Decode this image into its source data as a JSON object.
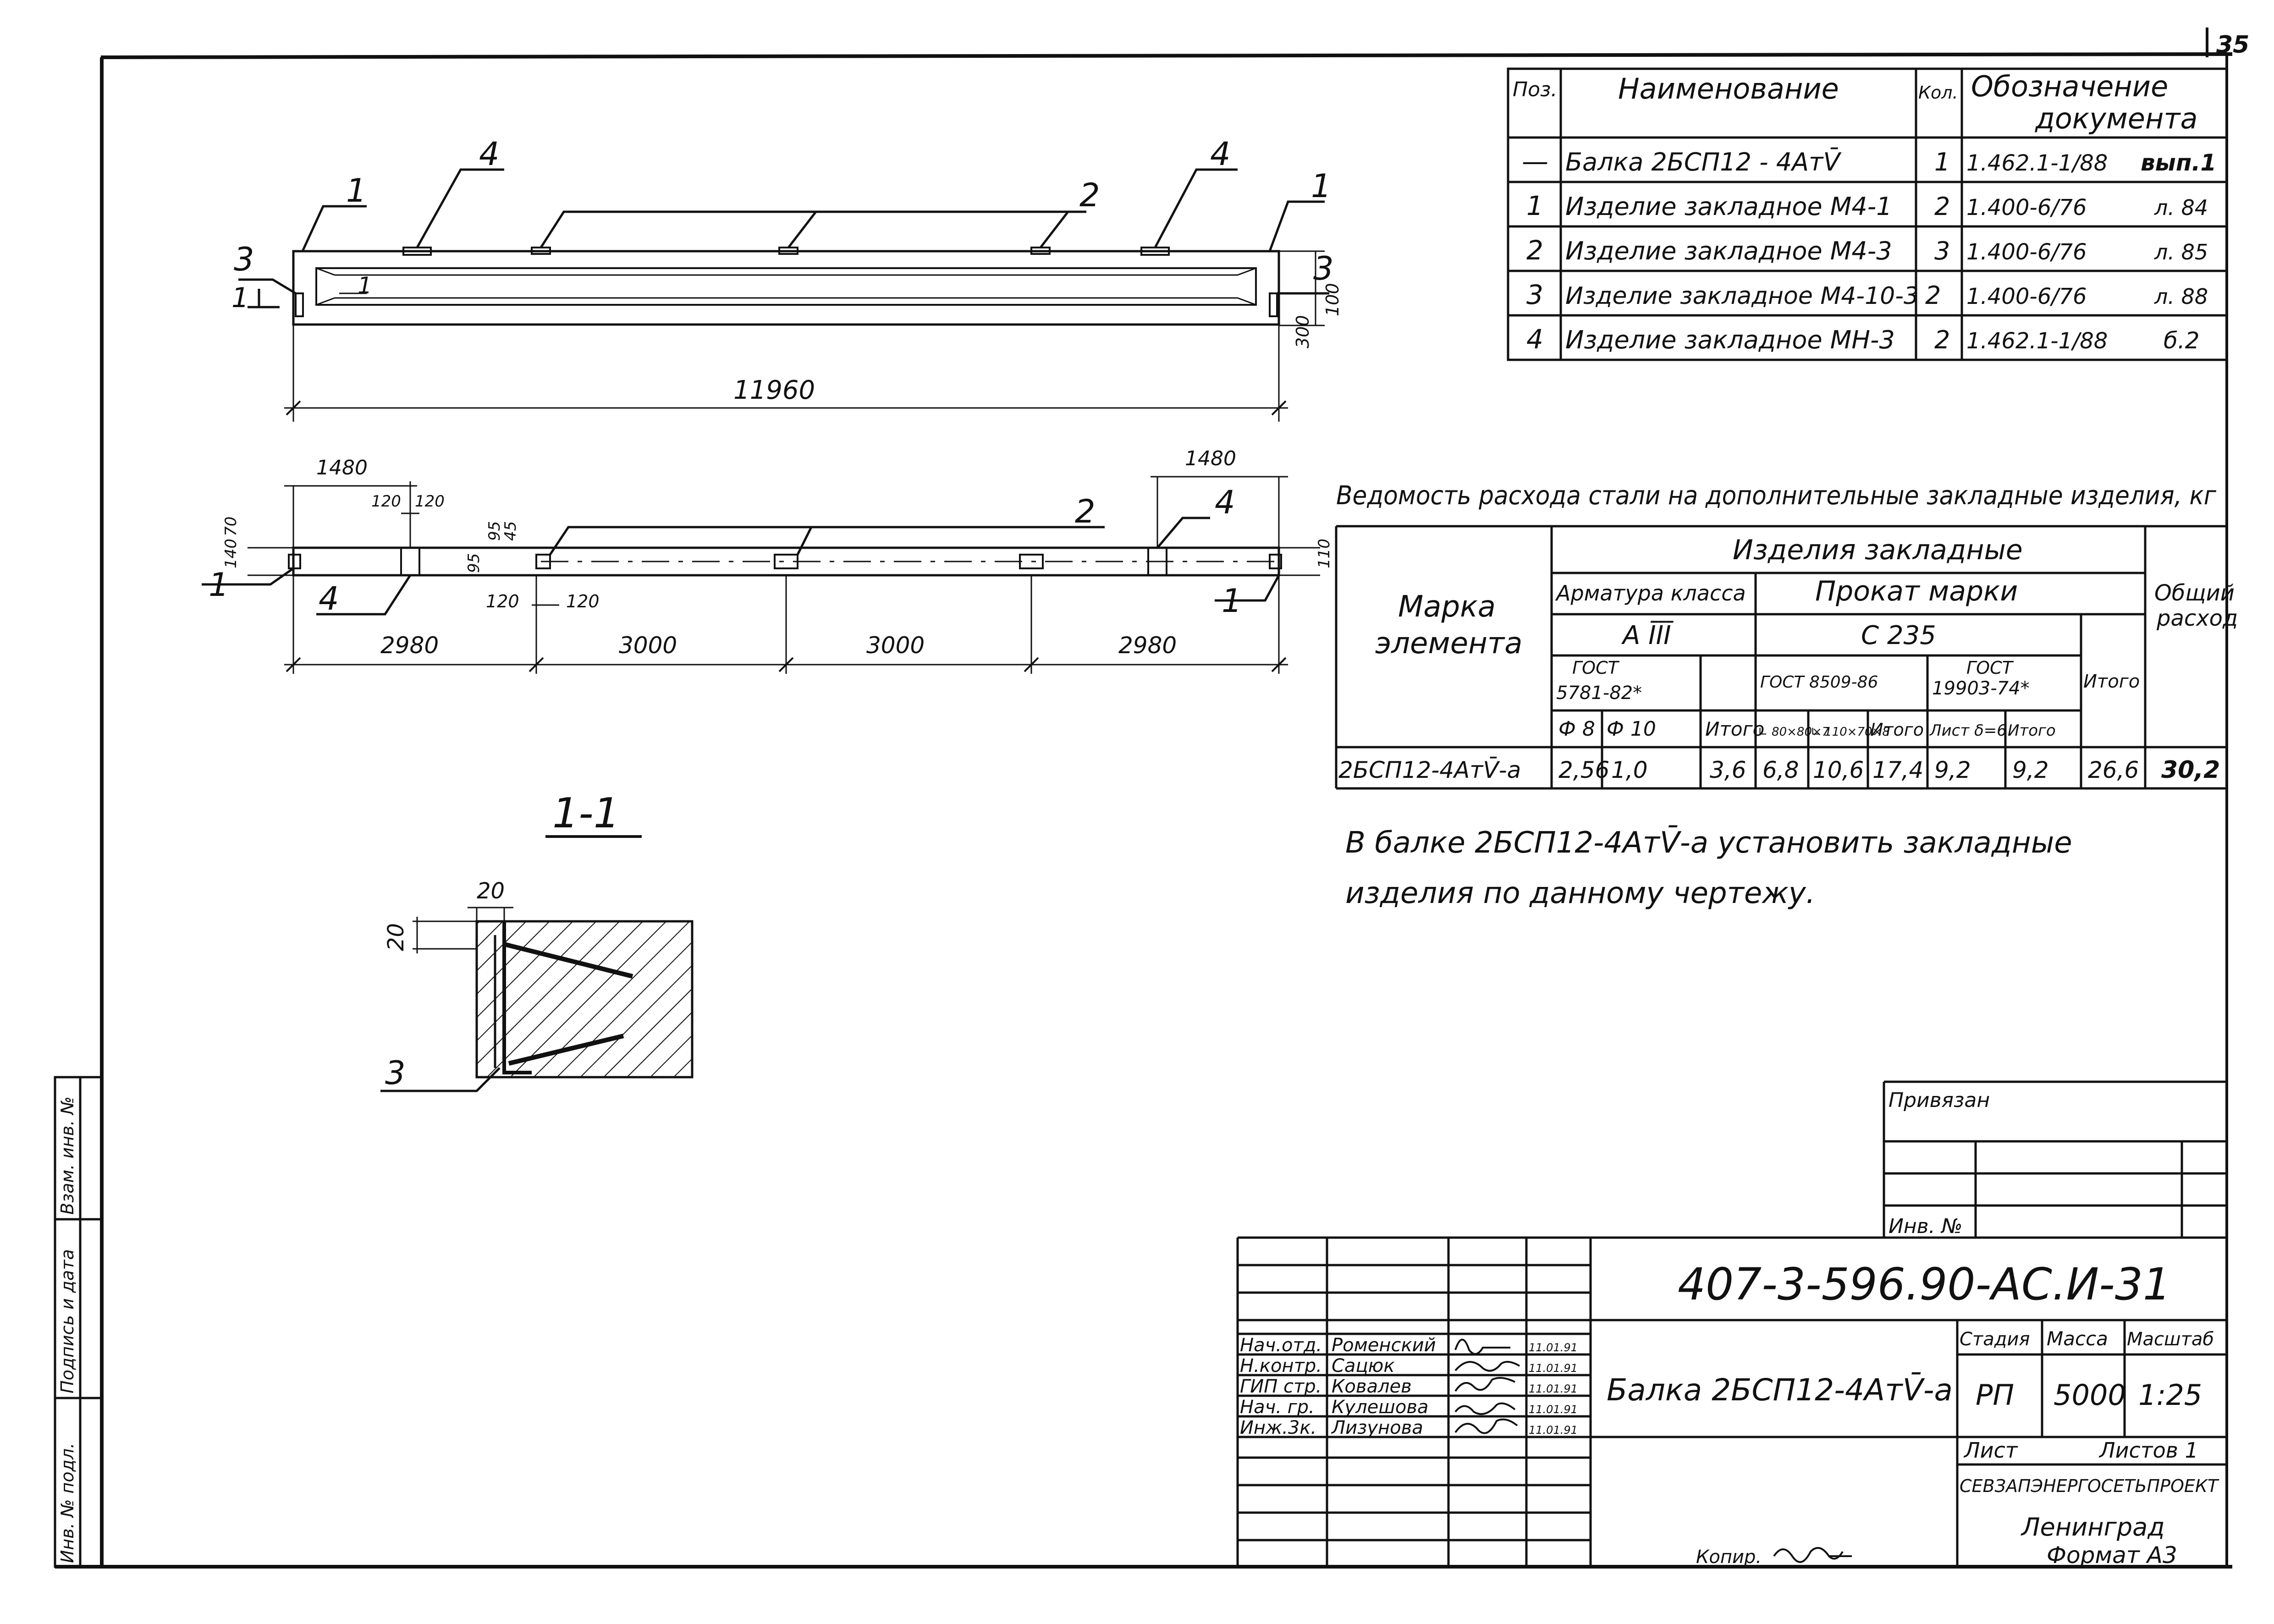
{
  "page_number": "35",
  "spec_table": {
    "headers": [
      "Поз.",
      "Наименование",
      "Кол.",
      "Обозначение",
      "документа"
    ],
    "rows": [
      {
        "pos": "—",
        "name": "Балка 2БСП12 - 4АтV̄",
        "qty": "1",
        "doc": "1.462.1-1/88",
        "ref": "вып.1"
      },
      {
        "pos": "1",
        "name": "Изделие закладное М4-1",
        "qty": "2",
        "doc": "1.400-6/76",
        "ref": "л. 84"
      },
      {
        "pos": "2",
        "name": "Изделие закладное М4-3",
        "qty": "3",
        "doc": "1.400-6/76",
        "ref": "л. 85"
      },
      {
        "pos": "3",
        "name": "Изделие закладное М4-10-3",
        "qty": "2",
        "doc": "1.400-6/76",
        "ref": "л. 88"
      },
      {
        "pos": "4",
        "name": "Изделие закладное МН-3",
        "qty": "2",
        "doc": "1.462.1-1/88",
        "ref": "б.2"
      }
    ]
  },
  "steel_table": {
    "title": "Ведомость расхода стали на дополнительные закладные изделия, кг",
    "h_products": "Изделия закладные",
    "h_mark": "Марка",
    "h_element": "элемента",
    "h_rebar": "Арматура класса",
    "h_rolled": "Прокат марки",
    "h_total_line1": "Общий",
    "h_total_line2": "расход",
    "h_a3": "А ĪĪĪ",
    "h_c235": "С 235",
    "h_gost1a": "ГОСТ",
    "h_gost1b": "5781-82*",
    "h_gost2": "ГОСТ 8509-86",
    "h_gost3a": "ГОСТ",
    "h_gost3b": "19903-74*",
    "h_itogo": "Итого",
    "h_f8": "Ф 8",
    "h_f10": "Ф 10",
    "h_ang1": "∟ 80×80×7",
    "h_ang2": "∟ 110×70×8",
    "h_sheet": "Лист δ=6",
    "row_mark": "2БСП12-4АтV̄-а",
    "row_values": [
      "2,56",
      "1,0",
      "3,6",
      "6,8",
      "10,6",
      "17,4",
      "9,2",
      "9,2",
      "26,6",
      "30,2"
    ]
  },
  "note_line1": "В балке 2БСП12-4АтV̄-а установить закладные",
  "note_line2": "изделия по данному чертежу.",
  "drawing": {
    "length_total": "11960",
    "dim_300": "300",
    "dim_100": "100",
    "dim_1480": "1480",
    "dim_120": "120",
    "dim_2980": "2980",
    "dim_3000": "3000",
    "dim_140": "140",
    "dim_70": "70",
    "dim_95": "95",
    "dim_45": "45",
    "dim_110": "110",
    "dim_20": "20",
    "section_label": "1-1",
    "callouts": [
      "1",
      "2",
      "3",
      "4"
    ]
  },
  "title_block": {
    "attached_label": "Привязан",
    "inv_label": "Инв. №",
    "code": "407-3-596.90-АС.И-31",
    "name": "Балка 2БСП12-4АтV̄-а",
    "stage_label": "Стадия",
    "mass_label": "Масса",
    "scale_label": "Масштаб",
    "stage": "РП",
    "mass": "5000",
    "scale": "1:25",
    "sheet_label": "Лист",
    "sheets_label": "Листов 1",
    "org": "СЕВЗАПЭНЕРГОСЕТЬПРОЕКТ",
    "city": "Ленинград",
    "format": "Формат А3",
    "copied": "Копир.",
    "staff": [
      {
        "role": "Нач.отд.",
        "name": "Роменский",
        "date": "11.01.91"
      },
      {
        "role": "Н.контр.",
        "name": "Сацюк",
        "date": "11.01.91"
      },
      {
        "role": "ГИП стр.",
        "name": "Ковалев",
        "date": "11.01.91"
      },
      {
        "role": "Нач. гр.",
        "name": "Кулешова",
        "date": "11.01.91"
      },
      {
        "role": "Инж.3к.",
        "name": "Лизунова",
        "date": "11.01.91"
      }
    ]
  },
  "side_stamp": [
    "Инв. № подл.",
    "Подпись и дата",
    "Взам. инв. №"
  ]
}
